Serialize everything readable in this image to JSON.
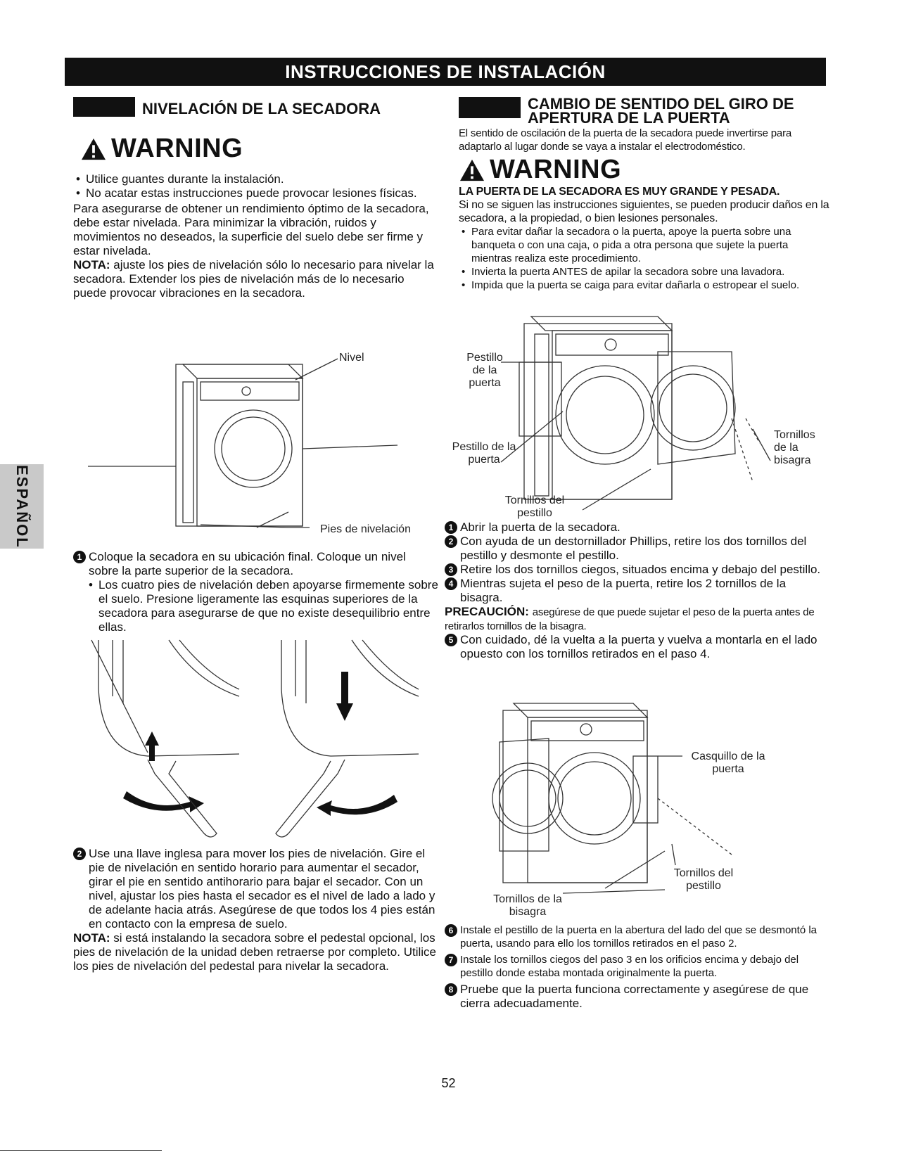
{
  "banner": "INSTRUCCIONES DE INSTALACIÓN",
  "side_tab": "ESPAÑOL",
  "page_number": "52",
  "left": {
    "heading": "NIVELACIÓN DE LA SECADORA",
    "warning": "WARNING",
    "bullets": [
      "Utilice guantes durante la instalación.",
      "No acatar estas instrucciones puede provocar lesiones físicas."
    ],
    "para1": "Para asegurarse de obtener un rendimiento óptimo de la secadora, debe estar nivelada. Para minimizar la vibración, ruidos y movimientos no deseados, la superficie del suelo debe ser firme y estar nivelada.",
    "nota1_label": "NOTA:",
    "nota1_text": " ajuste los pies de nivelación sólo lo necesario para nivelar la secadora. Extender los pies de nivelación más de lo necesario puede provocar vibraciones en la secadora.",
    "fig_label_nivel": "Nivel",
    "fig_label_pies": "Pies de nivelación",
    "step1_num": "1",
    "step1": "Coloque la secadora en su ubicación final. Coloque un nivel sobre la parte superior de la secadora.",
    "step1_bullet": "Los cuatro pies de nivelación deben apoyarse firmemente sobre el suelo. Presione ligeramente las esquinas superiores de la secadora para asegurarse de que no existe desequilibrio entre ellas.",
    "step2_num": "2",
    "step2": "Use una llave inglesa para mover los pies de nivelación. Gire el pie de nivelación en sentido horario para aumentar el secador, girar el pie en sentido antihorario para bajar el secador. Con un nivel, ajustar los pies hasta el secador es el nivel de lado a lado y de adelante hacia atrás. Asegúrese de que todos los 4 pies están en contacto con la empresa de suelo.",
    "nota2_label": "NOTA:",
    "nota2_text": " si está instalando la secadora sobre el pedestal opcional, los pies de nivelación de la unidad deben retraerse por completo. Utilice los pies de nivelación del pedestal para nivelar la secadora."
  },
  "right": {
    "heading": "CAMBIO DE SENTIDO DEL GIRO DE APERTURA DE LA PUERTA",
    "intro": "El sentido de oscilación de la puerta de la secadora puede invertirse para adaptarlo al lugar donde se vaya a instalar el electrodoméstico.",
    "warning": "WARNING",
    "warn_bold": "LA PUERTA DE LA SECADORA ES MUY GRANDE Y PESADA.",
    "warn_text": "Si no se siguen las instrucciones siguientes, se pueden producir daños en la secadora, a la propiedad, o bien lesiones personales.",
    "warn_bullets": [
      "Para evitar dañar la secadora o la puerta, apoye la puerta sobre una banqueta o con una caja, o pida a otra persona que sujete la puerta mientras realiza este procedimiento.",
      "Invierta la puerta ANTES de apilar la secadora sobre una lavadora.",
      "Impida que la puerta se caiga para evitar dañarla o estropear el suelo."
    ],
    "fig1_pestillo_a": "Pestillo de la puerta",
    "fig1_pestillo_b": "Pestillo de la puerta",
    "fig1_tornillos_bisagra": "Tornillos de la bisagra",
    "fig1_tornillos_pestillo": "Tornillos del pestillo",
    "steps": [
      {
        "num": "1",
        "text": "Abrir la puerta de la secadora."
      },
      {
        "num": "2",
        "text": "Con ayuda de un destornillador Phillips, retire los dos tornillos del pestillo y desmonte el pestillo."
      },
      {
        "num": "3",
        "text": "Retire los dos tornillos ciegos, situados encima y debajo del pestillo."
      },
      {
        "num": "4",
        "text": "Mientras sujeta el peso de la puerta, retire los 2 tornillos de la bisagra."
      }
    ],
    "precaucion_label": "PRECAUCIÓN:",
    "precaucion_text": "asegúrese de que puede sujetar el peso de la puerta antes de retirarlos tornillos de la bisagra.",
    "step5_num": "5",
    "step5": "Con cuidado, dé la vuelta a la puerta y vuelva a montarla en el lado opuesto con los tornillos retirados en el paso 4.",
    "fig2_casquillo": "Casquillo de la puerta",
    "fig2_tornillos_pestillo": "Tornillos del pestillo",
    "fig2_tornillos_bisagra": "Tornillos de la bisagra",
    "steps_end": [
      {
        "num": "6",
        "text": "Instale el pestillo de la puerta en la abertura del lado del que se desmontó la puerta, usando para ello los tornillos retirados en el paso 2."
      },
      {
        "num": "7",
        "text": "Instale los tornillos ciegos del paso 3 en los orificios encima y debajo del pestillo donde estaba montada originalmente la puerta."
      },
      {
        "num": "8",
        "text": "Pruebe que la puerta funciona correctamente y asegúrese de que cierra adecuadamente."
      }
    ]
  }
}
